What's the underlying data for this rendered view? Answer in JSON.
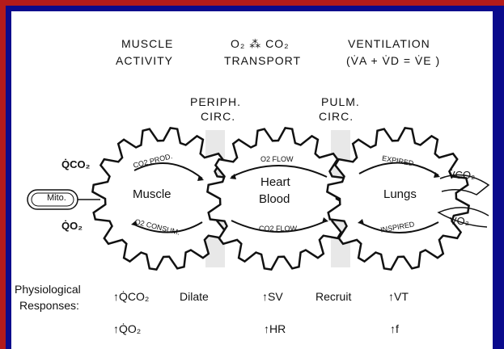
{
  "headers": {
    "muscle_line1": "MUSCLE",
    "muscle_line2": "ACTIVITY",
    "transport_line1": "O₂ ⁂ CO₂",
    "transport_line2": "TRANSPORT",
    "vent_line1": "VENTILATION",
    "vent_line2": "(V̇A + V̇D = V̇E )"
  },
  "circ": {
    "periph_line1": "PERIPH.",
    "periph_line2": "CIRC.",
    "pulm_line1": "PULM.",
    "pulm_line2": "CIRC."
  },
  "gears": {
    "muscle": "Muscle",
    "heart_line1": "Heart",
    "heart_line2": "Blood",
    "lungs": "Lungs"
  },
  "arrows": {
    "co2_prod": "CO2 PROD.",
    "o2_consum": "O2 CONSUM.",
    "o2_flow": "O2 FLOW",
    "co2_flow": "CO2 FLOW",
    "expired": "EXPIRED",
    "inspired": "INSPIRED"
  },
  "side_labels": {
    "q_co2": "Q̇CO₂",
    "q_o2": "Q̇O₂",
    "mito": "Mito.",
    "v_co2": "V̇CO₂",
    "v_o2": "V̇O₂"
  },
  "responses": {
    "title_line1": "Physiological",
    "title_line2": "Responses:",
    "r1": "↑Q̇CO₂",
    "r2": "Dilate",
    "r3": "↑SV",
    "r4": "Recruit",
    "r5": "↑VT",
    "r6": "↑Q̇O₂",
    "r7": "↑HR",
    "r8": "↑f"
  },
  "colors": {
    "frame_blue": "#0a0a8c",
    "frame_red": "#b31b1b",
    "ink": "#111111"
  }
}
